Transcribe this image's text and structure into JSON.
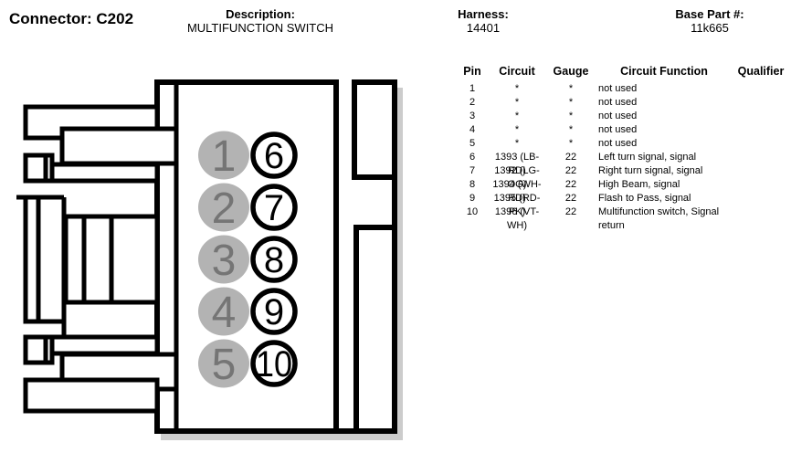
{
  "header": {
    "connector_label": "Connector: C202",
    "description_label": "Description:",
    "description_value": "MULTIFUNCTION SWITCH",
    "harness_label": "Harness:",
    "harness_value": "14401",
    "base_part_label": "Base Part #:",
    "base_part_value": "11k665"
  },
  "diagram": {
    "gray_pins": [
      "1",
      "2",
      "3",
      "4",
      "5"
    ],
    "black_pins": [
      "6",
      "7",
      "8",
      "9",
      "10"
    ],
    "colors": {
      "pin_fill": "#b3b3b3",
      "pin_text": "#757575",
      "line": "#000000",
      "shadow": "#cccccc"
    }
  },
  "table": {
    "columns": [
      "Pin",
      "Circuit",
      "Gauge",
      "Circuit Function",
      "Qualifier"
    ],
    "rows": [
      {
        "pin": "1",
        "circuit": "*",
        "gauge": "*",
        "function": "not used",
        "qualifier": ""
      },
      {
        "pin": "2",
        "circuit": "*",
        "gauge": "*",
        "function": "not used",
        "qualifier": ""
      },
      {
        "pin": "3",
        "circuit": "*",
        "gauge": "*",
        "function": "not used",
        "qualifier": ""
      },
      {
        "pin": "4",
        "circuit": "*",
        "gauge": "*",
        "function": "not used",
        "qualifier": ""
      },
      {
        "pin": "5",
        "circuit": "*",
        "gauge": "*",
        "function": "not used",
        "qualifier": ""
      },
      {
        "pin": "6",
        "circuit": "1393 (LB-RD)",
        "gauge": "22",
        "function": "Left turn signal, signal",
        "qualifier": ""
      },
      {
        "pin": "7",
        "circuit": "1392 (LG-OG)",
        "gauge": "22",
        "function": "Right turn signal, signal",
        "qualifier": ""
      },
      {
        "pin": "8",
        "circuit": "1394 (WH-RD)",
        "gauge": "22",
        "function": "High Beam, signal",
        "qualifier": ""
      },
      {
        "pin": "9",
        "circuit": "1395 (RD-PK)",
        "gauge": "22",
        "function": "Flash to Pass, signal",
        "qualifier": ""
      },
      {
        "pin": "10",
        "circuit": "1396 (VT-WH)",
        "gauge": "22",
        "function": "Multifunction switch, Signal return",
        "qualifier": ""
      }
    ]
  }
}
